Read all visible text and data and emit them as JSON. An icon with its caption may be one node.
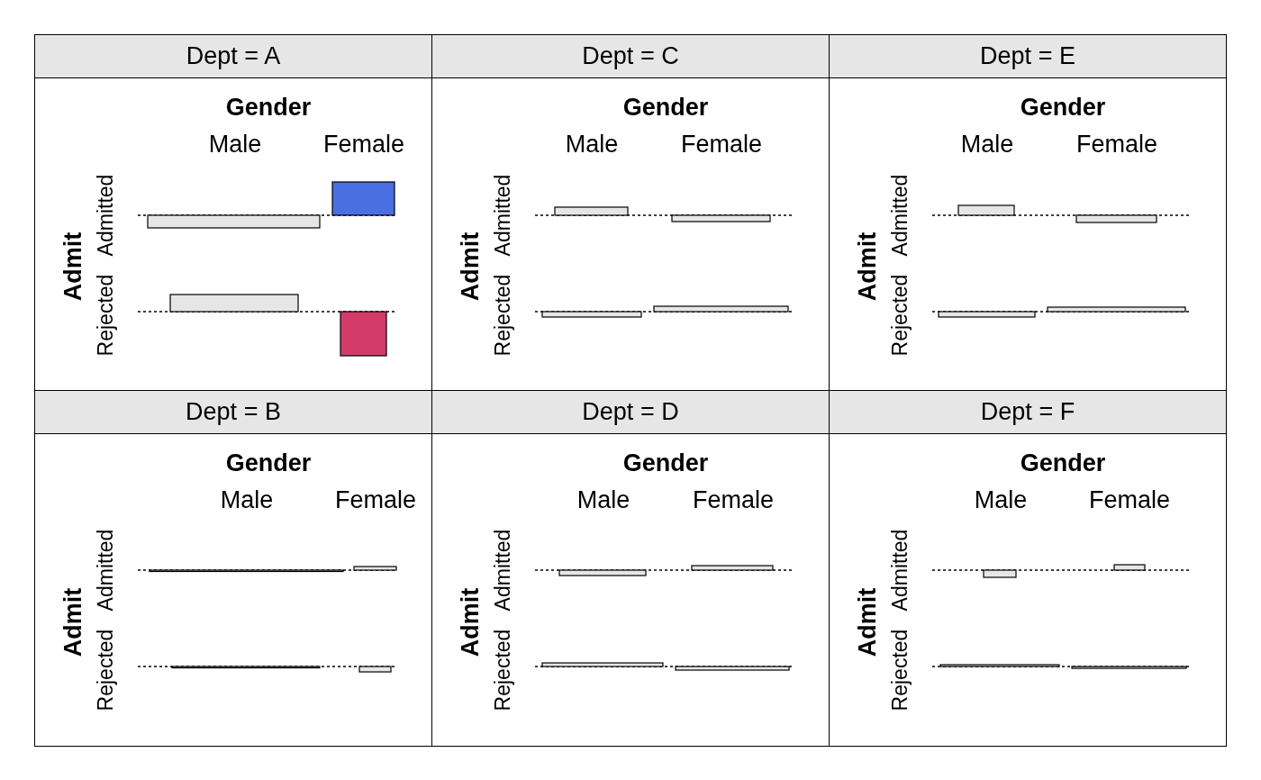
{
  "diagram": {
    "nodes": [
      {
        "text": [
          "Dept = A",
          "Gender",
          "Male",
          "Female",
          "Admit",
          "Admitted",
          "Rejected"
        ]
      },
      {
        "text": [
          "Dept = C",
          "Gender",
          "Male",
          "Female",
          "Admit",
          "Admitted",
          "Rejected"
        ]
      },
      {
        "text": [
          "Dept = E",
          "Gender",
          "Male",
          "Female",
          "Admit",
          "Admitted",
          "Rejected"
        ]
      },
      {
        "text": [
          "Dept = B",
          "Gender",
          "Male",
          "Female",
          "Admit",
          "Admitted",
          "Rejected"
        ]
      },
      {
        "text": [
          "Dept = D",
          "Gender",
          "Male",
          "Female",
          "Admit",
          "Admitted",
          "Rejected"
        ]
      },
      {
        "text": [
          "Dept = F",
          "Gender",
          "Male",
          "Female",
          "Admit",
          "Admitted",
          "Rejected"
        ]
      }
    ],
    "edges": []
  }
}
